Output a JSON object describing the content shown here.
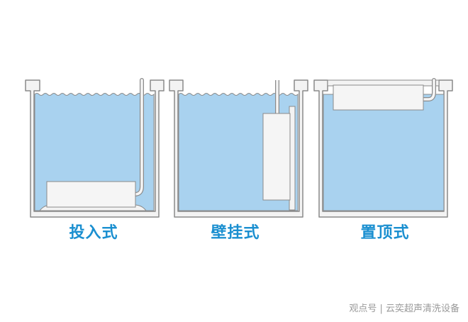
{
  "colors": {
    "water": "#a9d2ef",
    "tank_wall": "#f3f3f3",
    "outline": "#8a8a8a",
    "device": "#f5f5f5",
    "caption": "#1a8fd0",
    "watermark": "#9a9a9a"
  },
  "diagrams": [
    {
      "label": "投入式",
      "device": "submerged-box-on-floor"
    },
    {
      "label": "壁挂式",
      "device": "vertical-panel-on-wall"
    },
    {
      "label": "置顶式",
      "device": "horizontal-panel-under-rim"
    }
  ],
  "watermark": "观点号 | 云奕超声清洗设备"
}
